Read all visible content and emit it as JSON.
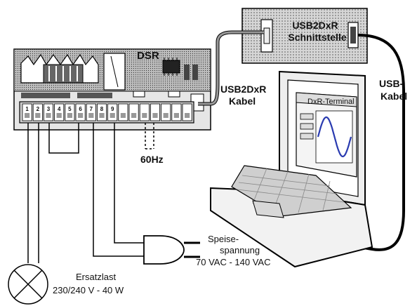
{
  "labels": {
    "dsr": "DSR",
    "interface_title_line1": "USB2DxR",
    "interface_title_line2": "Schnittstelle",
    "usb2dxr_cable_line1": "USB2DxR",
    "usb2dxr_cable_line2": "Kabel",
    "usb_cable_line1": "USB-",
    "usb_cable_line2": "Kabel",
    "terminal_title": "DxR-Terminal",
    "freq_60hz": "60Hz",
    "supply_line1": "Speise-",
    "supply_line2": "spannung",
    "supply_line3": "70 VAC - 140 VAC",
    "load_line1": "Ersatzlast",
    "load_line2": "230/240 V - 40 W"
  },
  "terminals": [
    "1",
    "2",
    "3",
    "4",
    "5",
    "6",
    "7",
    "8",
    "9",
    "",
    "",
    "",
    "",
    "",
    "",
    ""
  ],
  "colors": {
    "sine": "#2a3bb0",
    "board_fill": "#dcdcdc",
    "wire": "#000000",
    "cable_gray": "#888888"
  }
}
